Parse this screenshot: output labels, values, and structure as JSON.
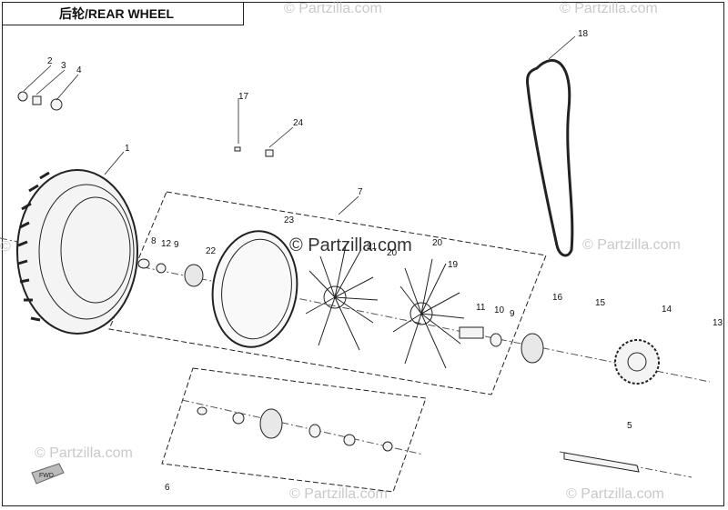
{
  "title": "后轮/REAR WHEEL",
  "callouts": [
    "1",
    "2",
    "3",
    "4",
    "5",
    "6",
    "7",
    "8",
    "9",
    "9",
    "10",
    "11",
    "12",
    "13",
    "14",
    "15",
    "16",
    "17",
    "18",
    "19",
    "20",
    "20",
    "21",
    "22",
    "23",
    "24"
  ],
  "watermark": {
    "main": "© Partzilla.com",
    "repeat": "© Partzilla.com"
  },
  "fwd_label": "FWD",
  "colors": {
    "line": "#222222",
    "watermark": "#c9c9c9",
    "part_fill": "#f4f4f4"
  }
}
